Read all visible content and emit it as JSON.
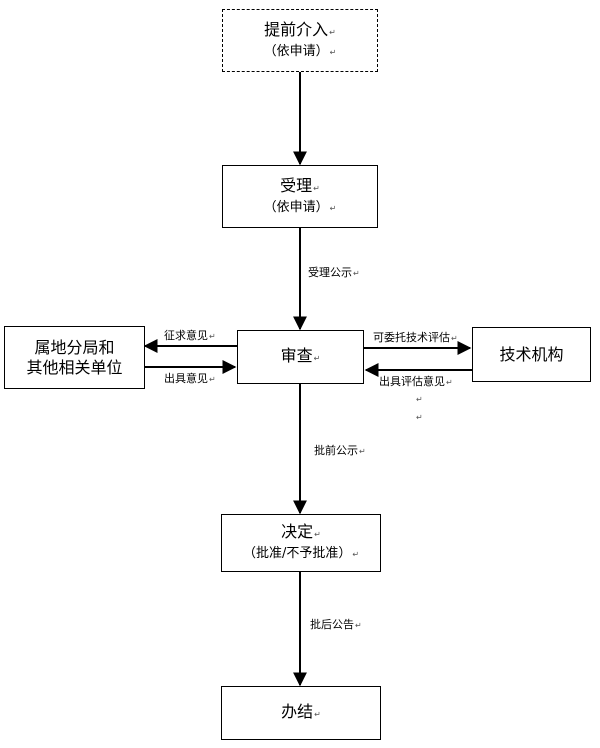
{
  "nodes": {
    "early": {
      "line1": "提前介入",
      "line2": "（依申请）"
    },
    "accept": {
      "line1": "受理",
      "line2": "（依申请）"
    },
    "review": {
      "line1": "审查"
    },
    "local": {
      "line1": "属地分局和",
      "line2": "其他相关单位"
    },
    "tech": {
      "line1": "技术机构"
    },
    "decision": {
      "line1": "决定",
      "line2": "（批准/不予批准）"
    },
    "complete": {
      "line1": "办结"
    }
  },
  "edges": {
    "accept_publicity": "受理公示",
    "solicit_opinion": "征求意见",
    "issue_opinion": "出具意见",
    "commission_eval": "可委托技术评估",
    "issue_eval_opinion": "出具评估意见",
    "pre_approval_publicity": "批前公示",
    "post_approval_notice": "批后公告"
  },
  "paragraph_mark": "↵"
}
